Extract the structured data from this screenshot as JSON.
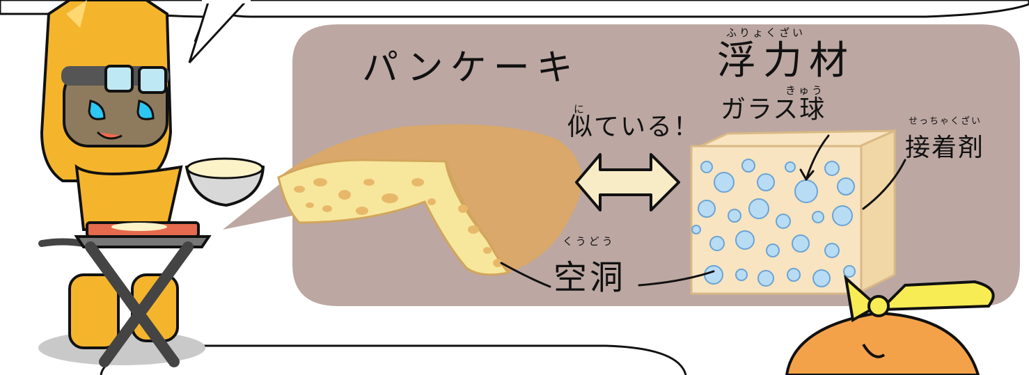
{
  "panel": {
    "title_left": "パンケーキ",
    "title_right": "浮力材",
    "title_right_ruby": "ふりょくざい",
    "similar": "似ている！",
    "similar_ruby": "に",
    "glass_sphere": "ガラス球",
    "glass_sphere_ruby": "きゅう",
    "adhesive": "接着剤",
    "adhesive_ruby": "せっちゃくざい",
    "cavity": "空洞",
    "cavity_ruby": "くうどう"
  },
  "colors": {
    "bubble_bg": "#bca7a2",
    "pancake_crust": "#d9a86a",
    "pancake_inside": "#f7e79c",
    "pancake_hole": "#e8b86a",
    "foam_block": "#f8e4c0",
    "foam_side": "#f2d7a6",
    "glass": "#b9dcf5",
    "cat_yellow": "#f4b52d",
    "cat_skin": "#8e7a5d",
    "orange_char": "#f4a24a",
    "ribbon": "#f8ec55"
  },
  "characters": {
    "left": "yellow-cat-icon",
    "right": "orange-ribbon-character-icon"
  }
}
